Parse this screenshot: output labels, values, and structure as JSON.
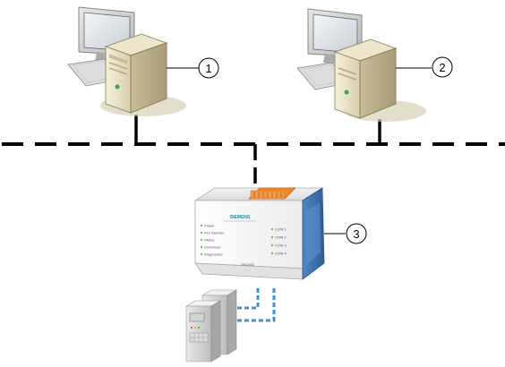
{
  "callouts": [
    {
      "id": "1",
      "text": "1"
    },
    {
      "id": "2",
      "text": "2"
    },
    {
      "id": "3",
      "text": "3"
    }
  ],
  "gateway": {
    "brand": "SIEMENS",
    "left_leds": [
      "Power",
      "Fire Number",
      "Fiktive",
      "Download",
      "Diagnostics"
    ],
    "right_leds": [
      "COM 1",
      "COM 2",
      "COM 3",
      "COM 4"
    ],
    "model": "FN2002"
  },
  "colors": {
    "network_line": "#000000",
    "serial_link": "#3d8fd0",
    "gateway_side": "#3a6ca8",
    "terminal_block": "#f08a2a"
  }
}
